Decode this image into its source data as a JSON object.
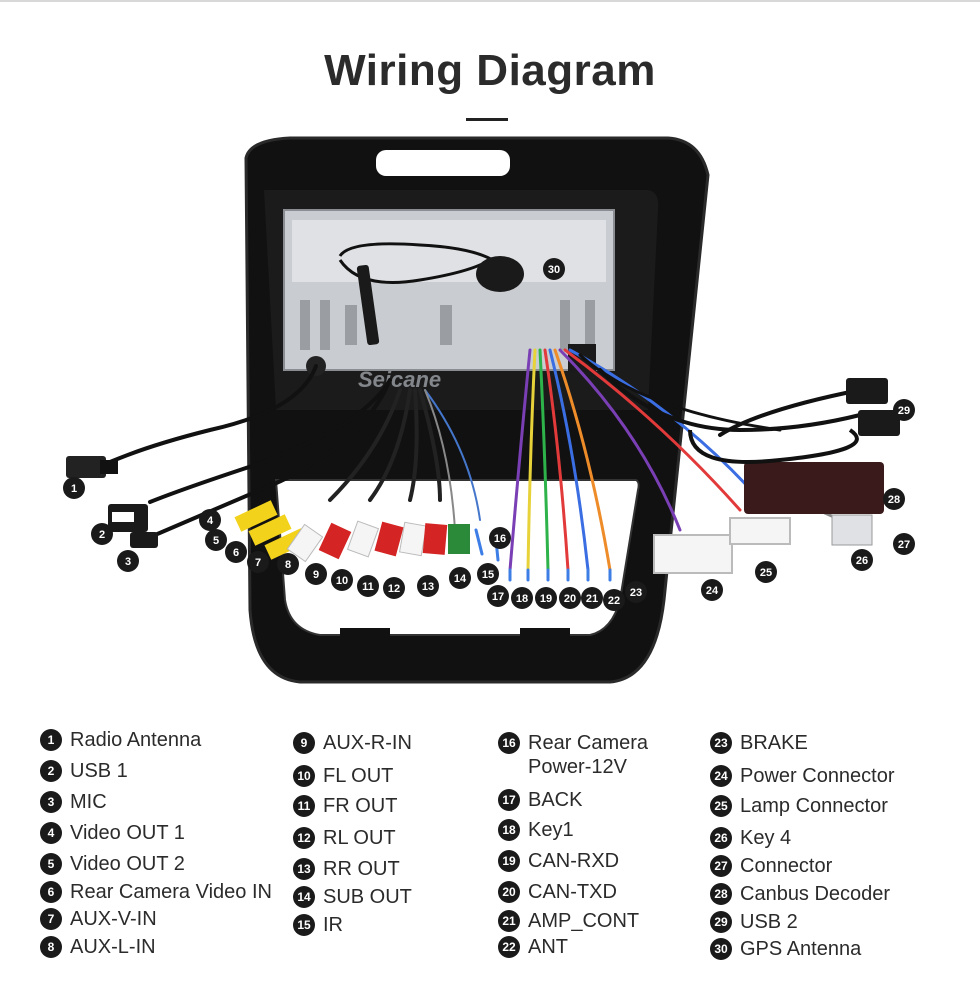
{
  "title": "Wiring Diagram",
  "watermark": "Seicane",
  "callouts": [
    "1",
    "2",
    "3",
    "4",
    "5",
    "6",
    "7",
    "8",
    "9",
    "10",
    "11",
    "12",
    "13",
    "14",
    "15",
    "16",
    "17",
    "18",
    "19",
    "20",
    "21",
    "22",
    "23",
    "24",
    "25",
    "26",
    "27",
    "28",
    "29",
    "30"
  ],
  "legend": {
    "col1": [
      {
        "num": "1",
        "label": "Radio Antenna"
      },
      {
        "num": "2",
        "label": "USB 1"
      },
      {
        "num": "3",
        "label": "MIC"
      },
      {
        "num": "4",
        "label": "Video OUT 1"
      },
      {
        "num": "5",
        "label": "Video OUT 2"
      },
      {
        "num": "6",
        "label": "Rear Camera Video IN"
      },
      {
        "num": "7",
        "label": "AUX-V-IN"
      },
      {
        "num": "8",
        "label": "AUX-L-IN"
      }
    ],
    "col2": [
      {
        "num": "9",
        "label": "AUX-R-IN"
      },
      {
        "num": "10",
        "label": "FL OUT"
      },
      {
        "num": "11",
        "label": "FR OUT"
      },
      {
        "num": "12",
        "label": "RL OUT"
      },
      {
        "num": "13",
        "label": "RR OUT"
      },
      {
        "num": "14",
        "label": "SUB OUT"
      },
      {
        "num": "15",
        "label": "IR"
      }
    ],
    "col3": [
      {
        "num": "16",
        "label": "Rear Camera",
        "label2": "Power-12V"
      },
      {
        "num": "17",
        "label": "BACK"
      },
      {
        "num": "18",
        "label": "Key1"
      },
      {
        "num": "19",
        "label": "CAN-RXD"
      },
      {
        "num": "20",
        "label": "CAN-TXD"
      },
      {
        "num": "21",
        "label": "AMP_CONT"
      },
      {
        "num": "22",
        "label": "ANT"
      }
    ],
    "col4": [
      {
        "num": "23",
        "label": "BRAKE"
      },
      {
        "num": "24",
        "label": "Power Connector"
      },
      {
        "num": "25",
        "label": "Lamp Connector"
      },
      {
        "num": "26",
        "label": "Key 4"
      },
      {
        "num": "27",
        "label": "Connector"
      },
      {
        "num": "28",
        "label": "Canbus Decoder"
      },
      {
        "num": "29",
        "label": "USB 2"
      },
      {
        "num": "30",
        "label": "GPS Antenna"
      }
    ]
  }
}
